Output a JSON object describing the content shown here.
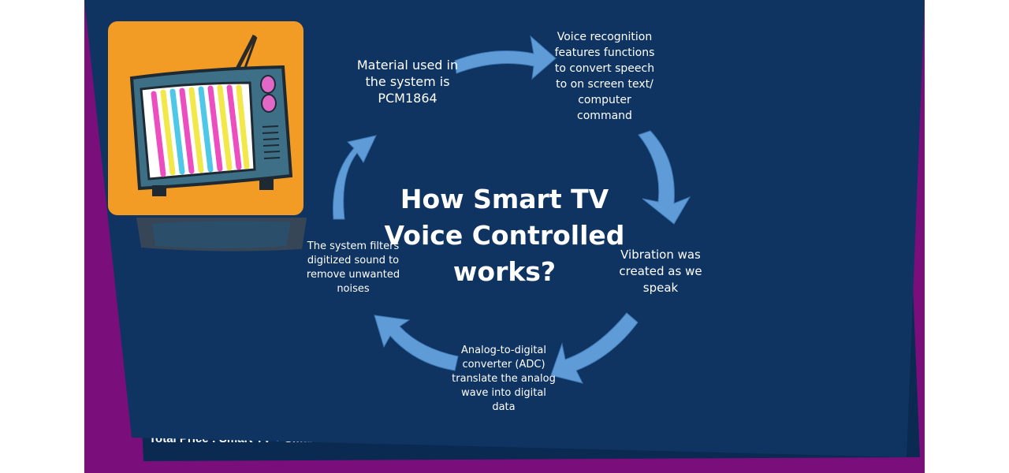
{
  "caption": "Total Price : Smart TV + Smart",
  "diagram": {
    "title": "How Smart TV Voice Controlled works?",
    "steps": [
      "Material used in the system is PCM1864",
      "Voice recognition features functions to convert speech to on screen text/ computer command",
      "Vibration was created as we speak",
      "Analog-to-digital converter (ADC) translate the analog wave into digital data",
      "The system filters digitized sound to remove unwanted noises"
    ]
  },
  "colors": {
    "frame": "#7a0f7c",
    "slide": "#0f3461",
    "arrow": "#5f9bd6",
    "tile": "#f29b25"
  },
  "icons": [
    "television-icon",
    "cycle-arrow-icon"
  ]
}
